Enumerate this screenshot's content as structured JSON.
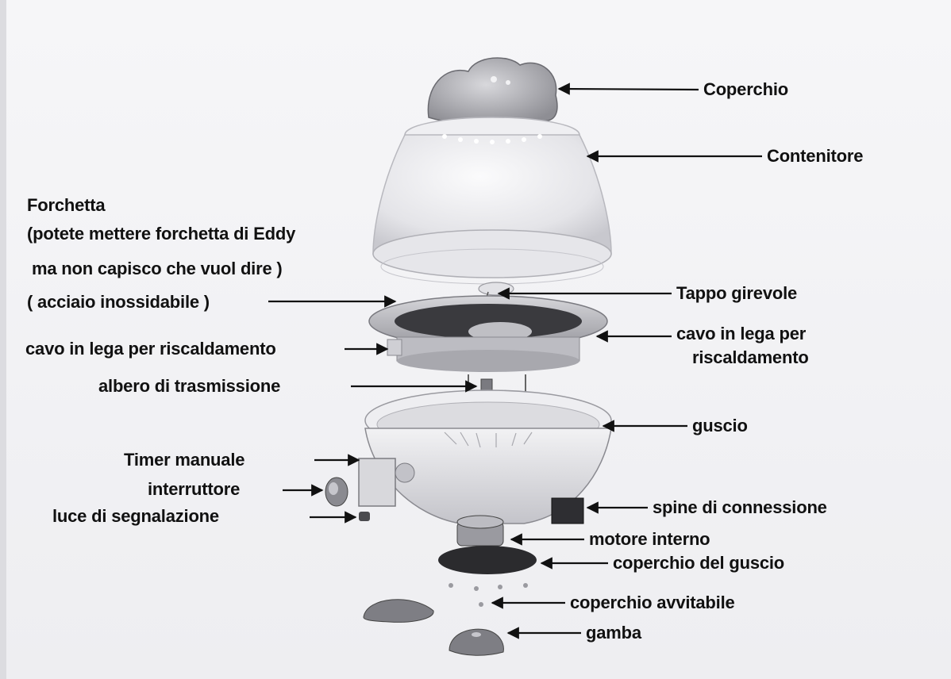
{
  "labels": {
    "coperchio": "Coperchio",
    "contenitore": "Contenitore",
    "forchetta_line1": "Forchetta",
    "forchetta_line2": "(potete mettere forchetta di Eddy",
    "forchetta_line3": "ma non capisco che vuol dire )",
    "forchetta_line4": "( acciaio inossidabile )",
    "tappo_girevole": "Tappo girevole",
    "cavo_right_line1": "cavo in lega per",
    "cavo_right_line2": "riscaldamento",
    "cavo_left": "cavo in lega per riscaldamento",
    "albero": "albero di trasmissione",
    "guscio": "guscio",
    "timer": "Timer manuale",
    "interruttore": "interruttore",
    "luce": "luce di segnalazione",
    "spine": "spine di connessione",
    "motore": "motore interno",
    "coperchio_guscio": "coperchio del guscio",
    "coperchio_avvitabile": "coperchio avvitabile",
    "gamba": "gamba"
  },
  "colors": {
    "label_text": "#111111",
    "arrow": "#111111",
    "part_light": "#e6e6ea",
    "part_mid": "#c9c9cf",
    "part_dark": "#7a7a80",
    "disc_dark": "#2b2b2e"
  }
}
